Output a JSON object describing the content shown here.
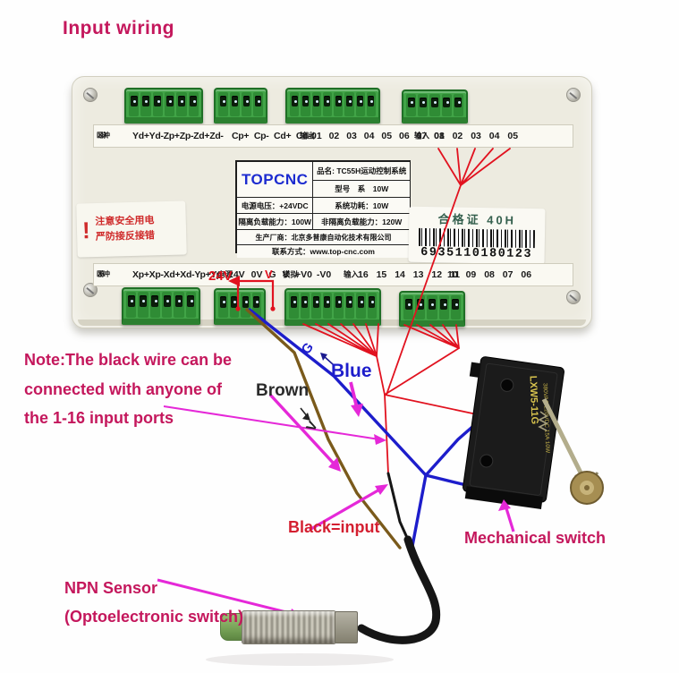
{
  "title": "Input wiring",
  "board": {
    "top_strip": {
      "zone_line1": "II脉",
      "zone_line2": "区冲",
      "pulse_labels": "Yd+Yd-Zp+Zp-Zd+Zd-",
      "c_labels": "Cp+ Cp- Cd+ Cd-",
      "out_label": "输出",
      "out_numbers": "01 02 03 04 05 06 07 08",
      "in_label": "输入",
      "in_numbers": "01 02 03 04 05"
    },
    "bottom_strip": {
      "zone_line1": "I脉",
      "zone_line2": "区冲",
      "pulse_labels": "Xp+Xp-Xd+Xd-Yp+Yp-",
      "power_label": "电源",
      "power_pins": "24V 0V G V",
      "analog_label": "模拟",
      "analog_pins": "+V0 -V0",
      "in_label": "输入",
      "in_numbers_1": "16 15 14 13 12 11",
      "in_numbers_2": "10 09 08 07 06"
    },
    "top_blocks": [
      6,
      4,
      8,
      5
    ],
    "bottom_blocks": [
      6,
      4,
      8,
      5
    ],
    "spec_sticker": {
      "brand": "TOPCNC",
      "product_row": "品名: TC55H运动控制系统",
      "model_row": "型号　系　10W",
      "voltage_row": "电源电压：+24VDC",
      "power_row": "系统功耗：10W",
      "iso_load_row": "隔离负载能力：100W",
      "noniso_load_row": "非隔离负载能力：120W",
      "manufacturer_row": "生产厂商：北京多普康自动化技术有限公司",
      "contact_row": "联系方式：www.top-cnc.com"
    },
    "warning": {
      "mark": "!",
      "line1": "注意安全用电",
      "line2": "严防接反接错"
    },
    "cert": {
      "title": "合格证  40H",
      "barcode_digits": "6935110180123"
    }
  },
  "annotations": {
    "v24": "24V",
    "v_red": "V",
    "note_line1": "Note:The black wire can be",
    "note_line2": "connected with anyone of",
    "note_line3": "the 1-16 input ports",
    "brown": "Brown",
    "blue": "Blue",
    "g_rotated": "G",
    "v_rotated": "V",
    "black_input": "Black=input",
    "mechanical_switch": "Mechanical switch",
    "npn_line1": "NPN Sensor",
    "npn_line2": "(Optoelectronic switch)"
  },
  "switch_device": {
    "model": "LXW5-11G",
    "spec": "380VAC 220VDC 15A 10W"
  },
  "colors": {
    "accent-magenta": "#c4175c",
    "arrow-magenta": "#e528d8",
    "wire-red": "#e1121f",
    "wire-blue": "#1d1dcb",
    "wire-brown": "#7a5a1b",
    "wire-black": "#161616",
    "logo-blue": "#1c2bd0",
    "warning-red": "#cf2b2b",
    "cert-green": "#35604e",
    "block-green": "#41a447"
  }
}
